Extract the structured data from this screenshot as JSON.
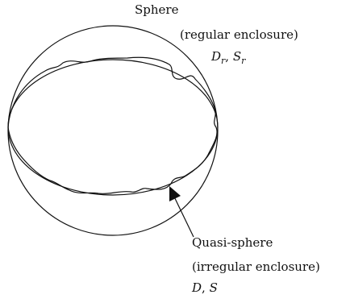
{
  "sphere": {
    "title": "Sphere",
    "subtitle": "(regular enclosure)",
    "symbols": {
      "d": "D",
      "d_sub": "r",
      "sep": ", ",
      "s": "S",
      "s_sub": "r"
    }
  },
  "quasi_sphere": {
    "title": "Quasi-sphere",
    "subtitle": "(irregular enclosure)",
    "symbols": {
      "d": "D",
      "sep": ", ",
      "s": "S"
    }
  }
}
